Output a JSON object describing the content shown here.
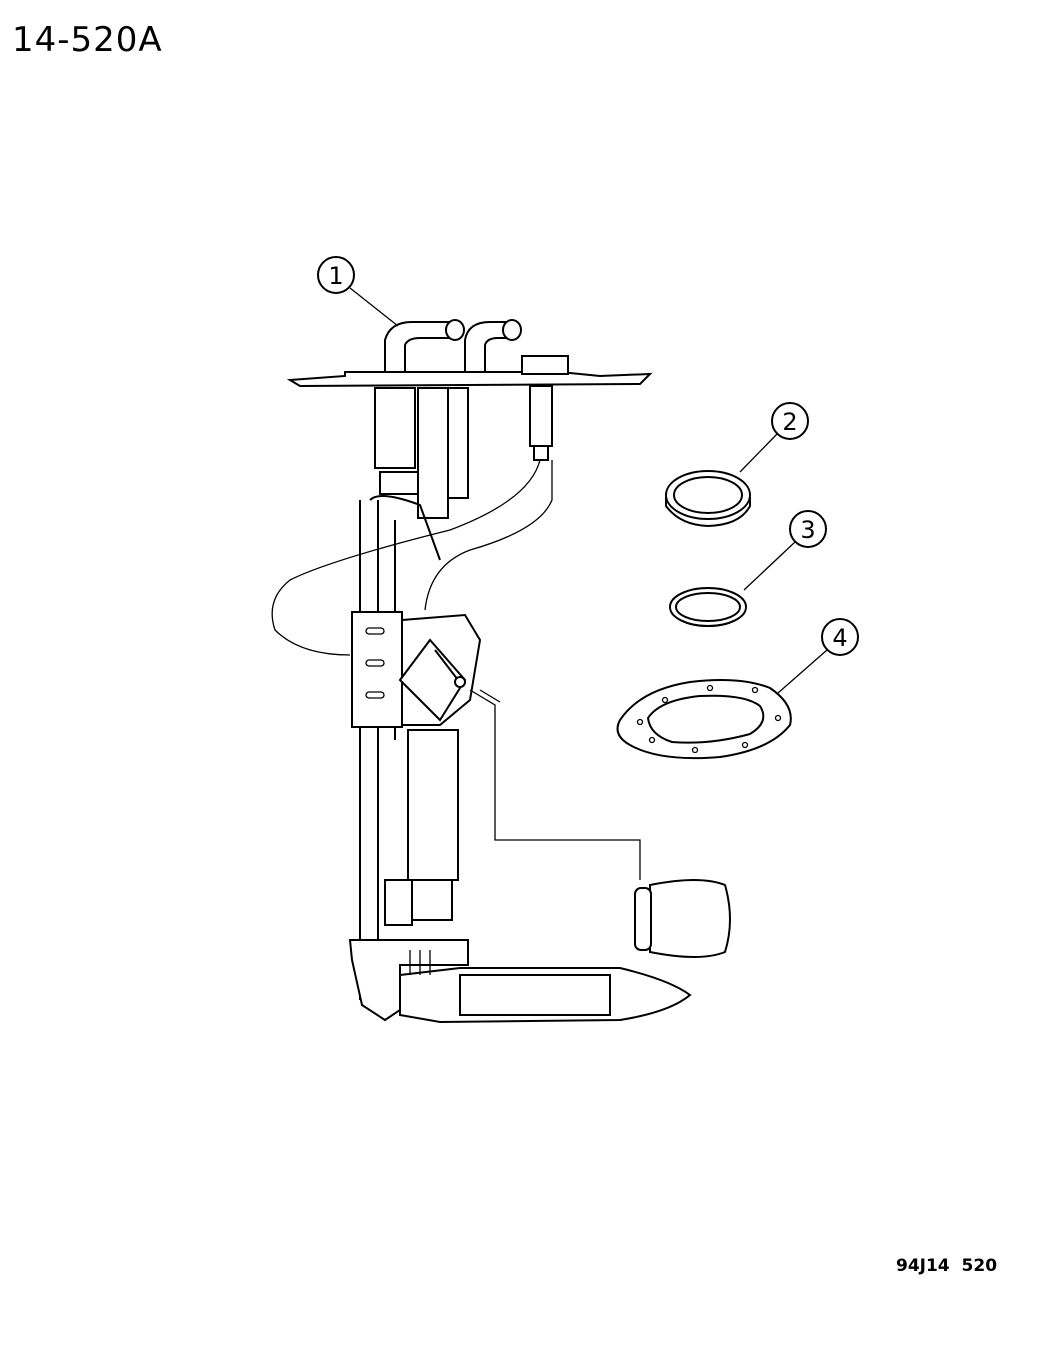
{
  "figure_id": "14-520A",
  "reference_code": "94J14 520",
  "callouts": [
    {
      "number": "1"
    },
    {
      "number": "2"
    },
    {
      "number": "3"
    },
    {
      "number": "4"
    }
  ]
}
